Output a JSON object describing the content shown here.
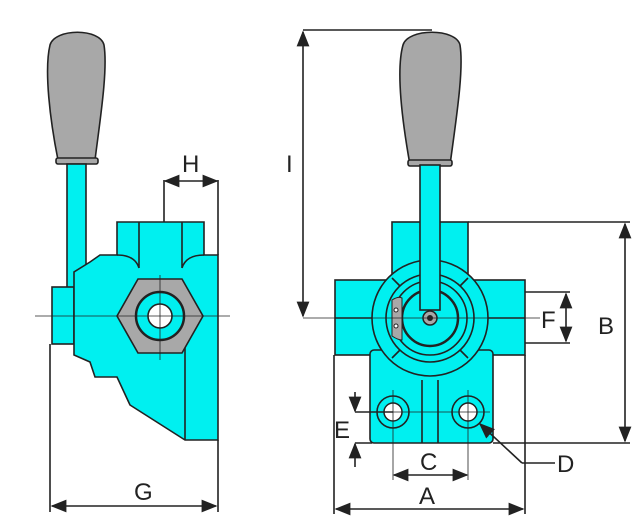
{
  "title": "Hand lever valve dimension drawing",
  "colors": {
    "body": "#00f0f0",
    "grip": "#a8a8a8",
    "line": "#222222"
  },
  "dimensions": {
    "A": "A",
    "B": "B",
    "C": "C",
    "D": "D",
    "E": "E",
    "F": "F",
    "G": "G",
    "H": "H",
    "I": "I"
  }
}
